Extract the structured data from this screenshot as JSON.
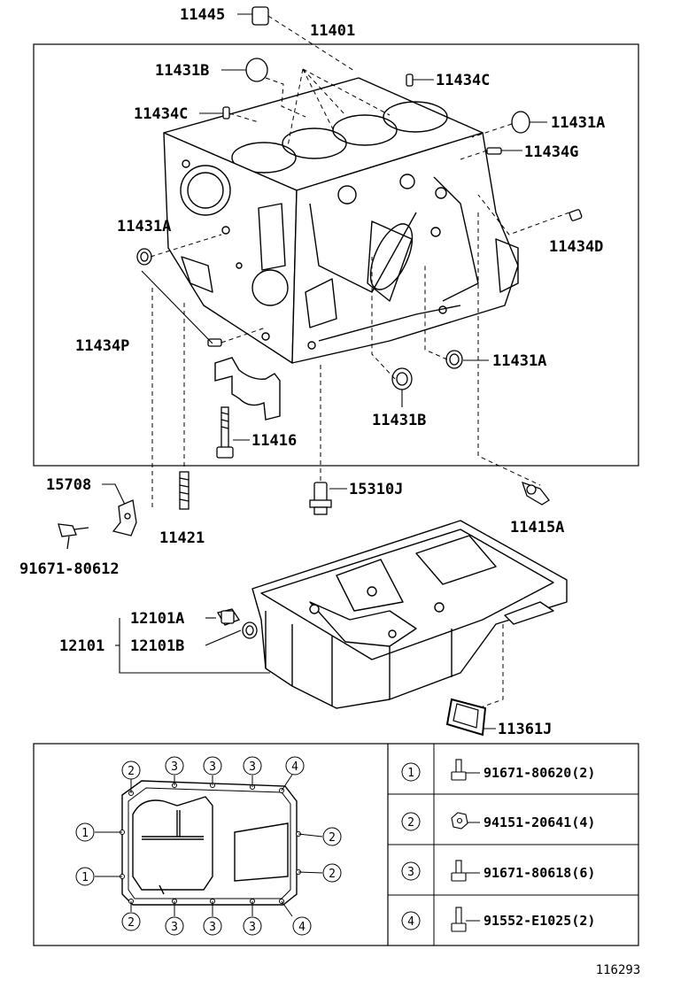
{
  "diagram": {
    "part_labels": {
      "p11445": "11445",
      "p11401": "11401",
      "p11431B_top": "11431B",
      "p11434C_right": "11434C",
      "p11434C_left": "11434C",
      "p11431A_right": "11431A",
      "p11434G": "11434G",
      "p11431A_left": "11431A",
      "p11434D": "11434D",
      "p11434P": "11434P",
      "p11431A_bottom": "11431A",
      "p11431B_bottom": "11431B",
      "p11416": "11416",
      "p15708": "15708",
      "p15310J": "15310J",
      "p11415A": "11415A",
      "p11421": "11421",
      "p91671_80612": "91671-80612",
      "p12101A": "12101A",
      "p12101": "12101",
      "p12101B": "12101B",
      "p11361J": "11361J"
    },
    "fastener_table": [
      {
        "marker": "1",
        "part": "91671-80620(2)"
      },
      {
        "marker": "2",
        "part": "94151-20641(4)"
      },
      {
        "marker": "3",
        "part": "91671-80618(6)"
      },
      {
        "marker": "4",
        "part": "91552-E1025(2)"
      }
    ],
    "inset_markers": {
      "m_top_2": "2",
      "m_top_3a": "3",
      "m_top_3b": "3",
      "m_top_3c": "3",
      "m_top_4": "4",
      "m_left_1a": "1",
      "m_left_1b": "1",
      "m_right_2a": "2",
      "m_right_2b": "2",
      "m_bot_2": "2",
      "m_bot_3a": "3",
      "m_bot_3b": "3",
      "m_bot_3c": "3",
      "m_bot_4": "4"
    },
    "reference_number": "116293"
  }
}
